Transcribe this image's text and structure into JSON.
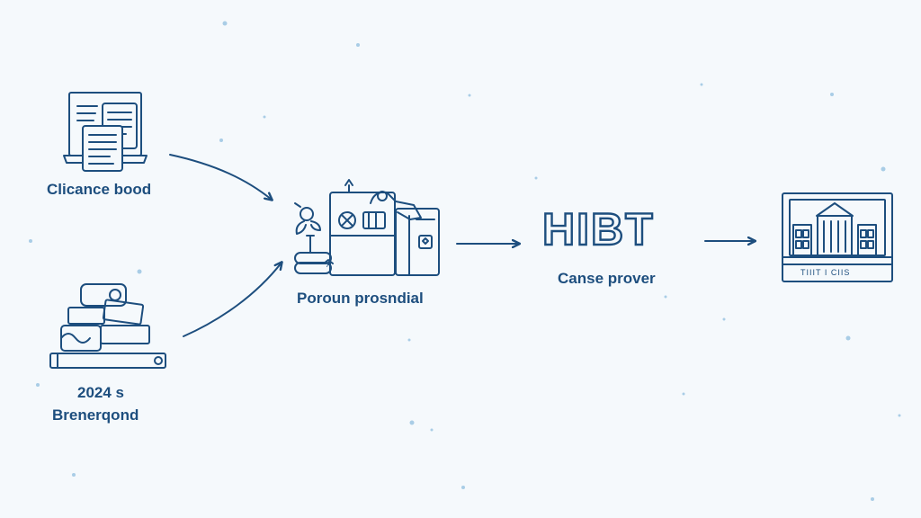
{
  "nodes": {
    "clearance": {
      "label": "Clicance bood",
      "icon": "laptop-documents-icon"
    },
    "background": {
      "year": "2024 s",
      "label": "Brenerqond",
      "icon": "stacked-boxes-icon"
    },
    "process": {
      "label": "Poroun prosndial",
      "icon": "processing-machine-icon"
    },
    "provider": {
      "logo_text": "HIBT",
      "label": "Canse prover"
    },
    "bank": {
      "sign_text": "TIIIT I CIIS",
      "icon": "bank-building-icon"
    }
  },
  "colors": {
    "stroke": "#1d4e7e",
    "background": "#f5f9fc",
    "dots": "#a9cde6"
  }
}
